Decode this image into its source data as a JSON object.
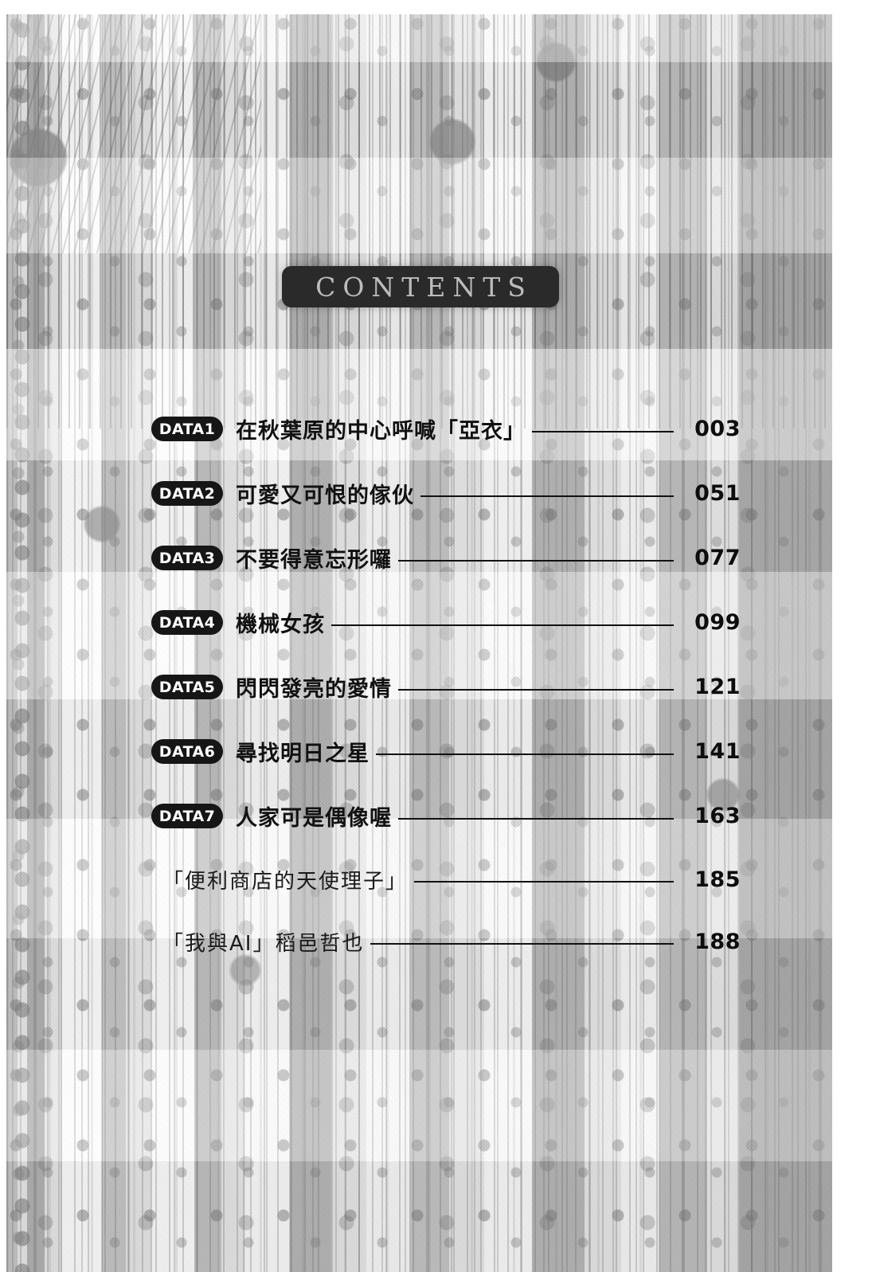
{
  "page": {
    "heading": "CONTENTS",
    "background_description": "printed-circuit-board photograph, grayscale",
    "colors": {
      "heading_plate": "#2a2a2a",
      "heading_text": "#c9c9c9",
      "badge_background": "#161616",
      "badge_text": "#ffffff",
      "title_text": "#111111",
      "leader_line": "#111111",
      "page_number": "#0d0d0d",
      "paper": "#ffffff"
    }
  },
  "toc": {
    "entries": [
      {
        "badge": "DATA1",
        "title": "在秋葉原的中心呼喊「亞衣」",
        "page": "003",
        "has_badge": true
      },
      {
        "badge": "DATA2",
        "title": "可愛又可恨的傢伙",
        "page": "051",
        "has_badge": true
      },
      {
        "badge": "DATA3",
        "title": "不要得意忘形囉",
        "page": "077",
        "has_badge": true
      },
      {
        "badge": "DATA4",
        "title": "機械女孩",
        "page": "099",
        "has_badge": true
      },
      {
        "badge": "DATA5",
        "title": "閃閃發亮的愛情",
        "page": "121",
        "has_badge": true
      },
      {
        "badge": "DATA6",
        "title": "尋找明日之星",
        "page": "141",
        "has_badge": true
      },
      {
        "badge": "DATA7",
        "title": "人家可是偶像喔",
        "page": "163",
        "has_badge": true
      },
      {
        "badge": "",
        "title": "「便利商店的天使理子」",
        "page": "185",
        "has_badge": false
      },
      {
        "badge": "",
        "title": "「我與AI」稻邑哲也",
        "page": "188",
        "has_badge": false
      }
    ]
  }
}
